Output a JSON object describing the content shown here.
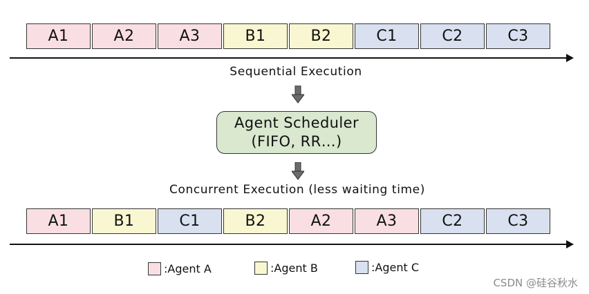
{
  "colors": {
    "agent_a": "#f9dfe3",
    "agent_b": "#f8f7d1",
    "agent_c": "#d9e0ef",
    "scheduler_fill": "#d9e8cf"
  },
  "sequential": {
    "tasks": [
      {
        "label": "A1",
        "agent": "agent_a"
      },
      {
        "label": "A2",
        "agent": "agent_a"
      },
      {
        "label": "A3",
        "agent": "agent_a"
      },
      {
        "label": "B1",
        "agent": "agent_b"
      },
      {
        "label": "B2",
        "agent": "agent_b"
      },
      {
        "label": "C1",
        "agent": "agent_c"
      },
      {
        "label": "C2",
        "agent": "agent_c"
      },
      {
        "label": "C3",
        "agent": "agent_c"
      }
    ],
    "caption": "Sequential Execution"
  },
  "scheduler": {
    "line1": "Agent Scheduler",
    "line2": "(FIFO, RR…)"
  },
  "concurrent": {
    "caption": "Concurrent Execution (less waiting time)",
    "tasks": [
      {
        "label": "A1",
        "agent": "agent_a"
      },
      {
        "label": "B1",
        "agent": "agent_b"
      },
      {
        "label": "C1",
        "agent": "agent_c"
      },
      {
        "label": "B2",
        "agent": "agent_b"
      },
      {
        "label": "A2",
        "agent": "agent_a"
      },
      {
        "label": "A3",
        "agent": "agent_a"
      },
      {
        "label": "C2",
        "agent": "agent_c"
      },
      {
        "label": "C3",
        "agent": "agent_c"
      }
    ]
  },
  "legend": [
    {
      "label": ":Agent A",
      "agent": "agent_a"
    },
    {
      "label": ":Agent B",
      "agent": "agent_b"
    },
    {
      "label": ":Agent C",
      "agent": "agent_c"
    }
  ],
  "watermark": "CSDN @硅谷秋水"
}
